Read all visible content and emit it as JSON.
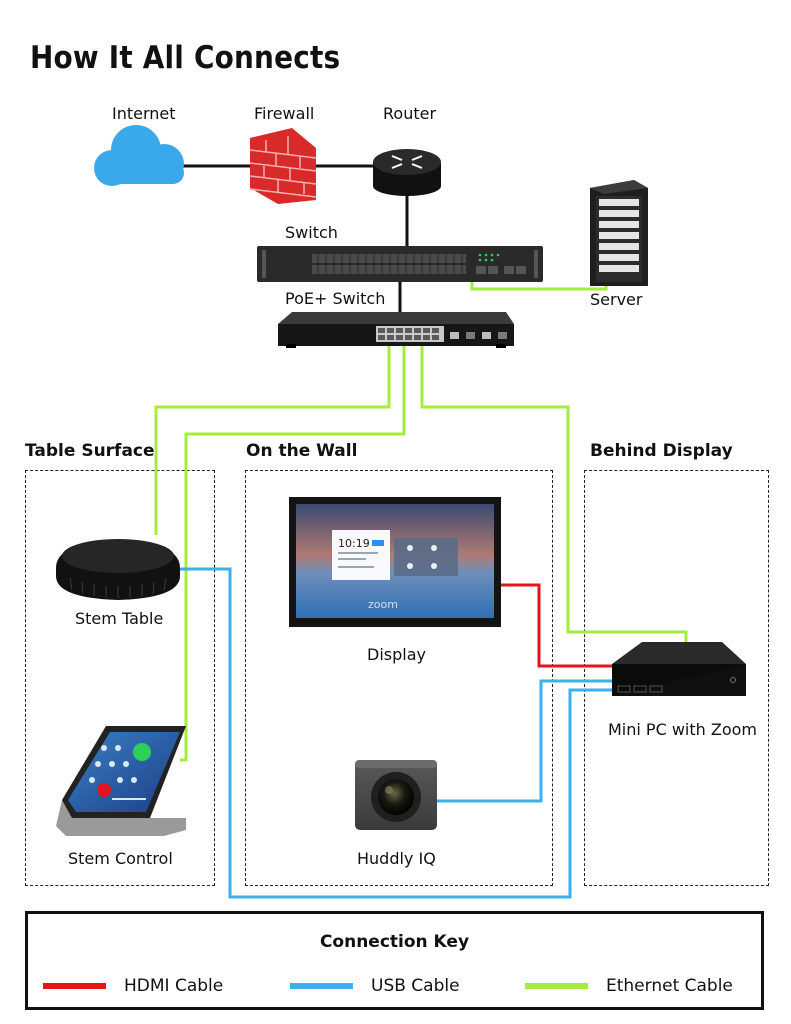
{
  "title": "How It All Connects",
  "nodes": {
    "internet": "Internet",
    "firewall": "Firewall",
    "router": "Router",
    "switch": "Switch",
    "server": "Server",
    "poe_switch": "PoE+ Switch",
    "stem_table": "Stem Table",
    "stem_control": "Stem Control",
    "display": "Display",
    "display_time": "10:19",
    "display_brand": "zoom",
    "huddly": "Huddly IQ",
    "mini_pc": "Mini PC with Zoom"
  },
  "zones": {
    "table_surface": "Table Surface",
    "on_the_wall": "On the Wall",
    "behind_display": "Behind Display"
  },
  "key": {
    "title": "Connection Key",
    "items": [
      {
        "label": "HDMI Cable",
        "color": "#e4141e"
      },
      {
        "label": "USB Cable",
        "color": "#3ab0ee"
      },
      {
        "label": "Ethernet Cable",
        "color": "#a6ec3c"
      }
    ]
  },
  "colors": {
    "hdmi": "#e4141e",
    "usb": "#3ab0ee",
    "ethernet": "#a6ec3c",
    "cloud": "#3aa9ea",
    "firewall": "#d92a2a"
  }
}
